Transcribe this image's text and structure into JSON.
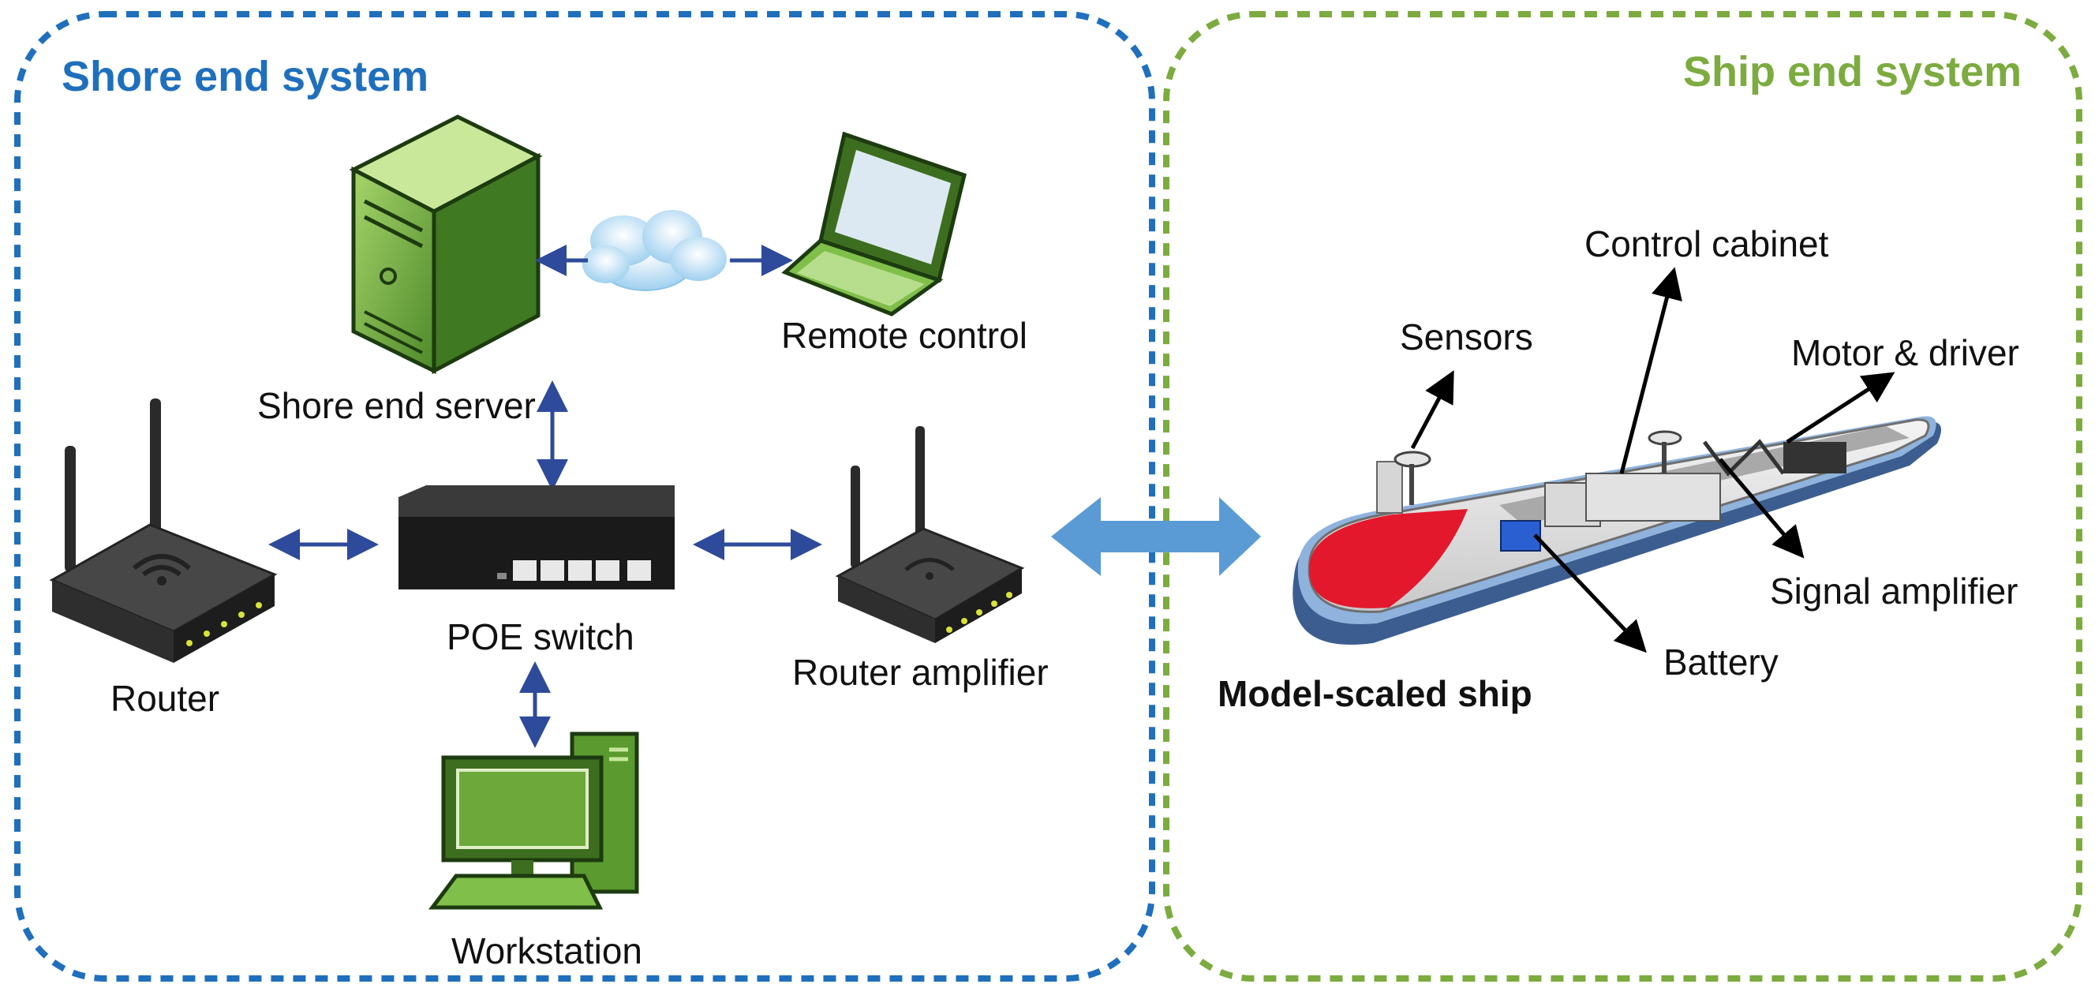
{
  "colors": {
    "shore_border": "#1f6fbd",
    "ship_border": "#7cab3f",
    "arrow_blue": "#2e4a9a",
    "big_arrow": "#5b9bd5",
    "device_dark": "#2a2a2a",
    "green_device": "#6ca83a",
    "hull_red": "#e3182d",
    "hull_blue": "#8fb3dd"
  },
  "shore_section": {
    "title": "Shore end system",
    "devices": {
      "server": "Shore end server",
      "remote": "Remote control",
      "router": "Router",
      "poe_switch": "POE switch",
      "router_amplifier": "Router amplifier",
      "workstation": "Workstation"
    }
  },
  "ship_section": {
    "title": "Ship end system",
    "ship_label": "Model-scaled ship",
    "components": {
      "sensors": "Sensors",
      "control_cabinet": "Control cabinet",
      "motor_driver": "Motor & driver",
      "signal_amplifier": "Signal amplifier",
      "battery": "Battery"
    }
  }
}
